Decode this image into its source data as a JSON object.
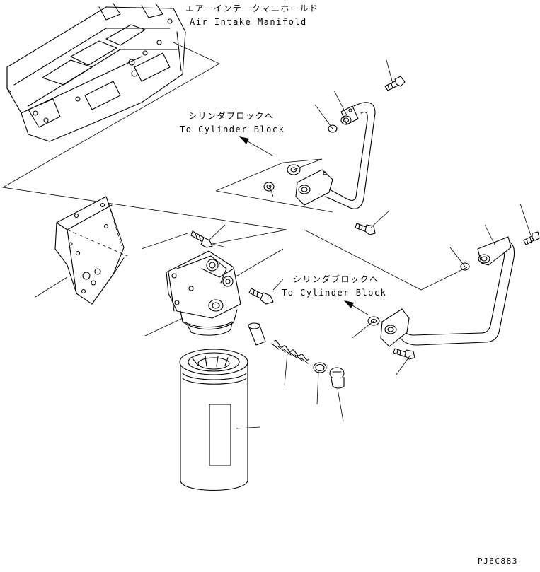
{
  "labels": {
    "manifold_jp": "エアーインテークマニホールド",
    "manifold_en": "Air Intake Manifold",
    "to_block_1_jp": "シリンダブロックへ",
    "to_block_1_en": "To Cylinder Block",
    "to_block_2_jp": "シリンダブロックへ",
    "to_block_2_en": "To Cylinder Block",
    "drawing_code": "PJ6C883"
  }
}
